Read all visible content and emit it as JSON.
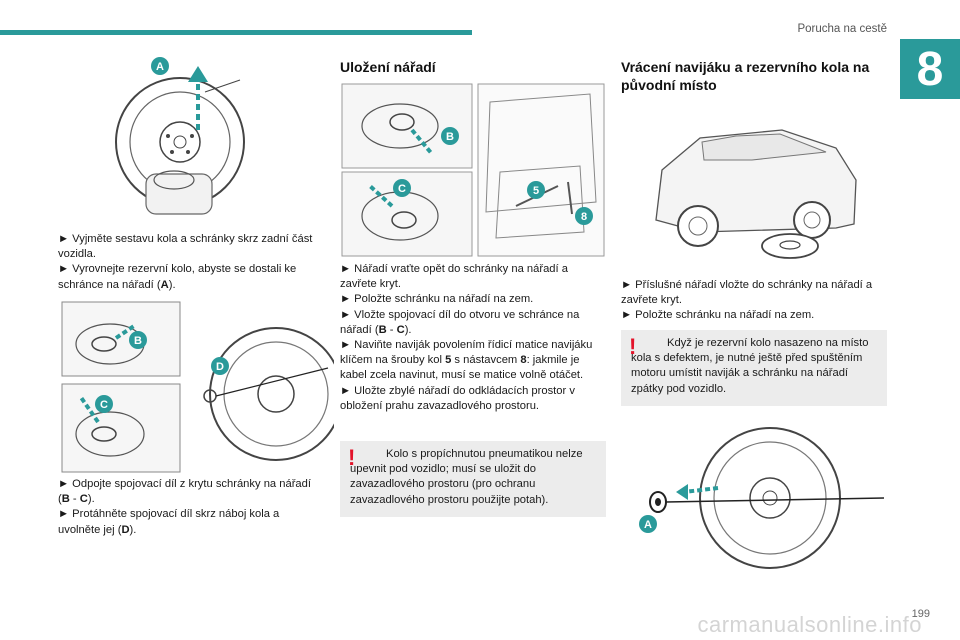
{
  "header": {
    "title": "Porucha na cestě",
    "chapter": "8"
  },
  "badges": {
    "A": "A",
    "B": "B",
    "C": "C",
    "D": "D",
    "five": "5",
    "eight": "8"
  },
  "col1": {
    "p1": "► Vyjměte sestavu kola a schránky skrz zadní část vozidla.",
    "p2a": "► Vyrovnejte rezervní kolo, abyste se dostali ke schránce na nářadí (",
    "p2b": "A",
    "p2c": ").",
    "p3a": "► Odpojte spojovací díl z krytu schránky na nářadí (",
    "p3b": "B",
    "p3c": " - ",
    "p3d": "C",
    "p3e": ").",
    "p4a": "► Protáhněte spojovací díl skrz náboj kola a uvolněte jej (",
    "p4b": "D",
    "p4c": ")."
  },
  "col2": {
    "heading": "Uložení nářadí",
    "p1": "► Nářadí vraťte opět do schránky na nářadí a zavřete kryt.",
    "p2": "► Položte schránku na nářadí na zem.",
    "p3a": "► Vložte spojovací díl do otvoru ve schránce na nářadí (",
    "p3b": "B",
    "p3c": " - ",
    "p3d": "C",
    "p3e": ").",
    "p4a": "► Naviňte naviják povolením řídicí matice navijáku klíčem na šrouby kol ",
    "p4b": "5",
    "p4c": " s nástavcem ",
    "p4d": "8",
    "p4e": ": jakmile je kabel zcela navinut, musí se matice volně otáčet.",
    "p5": "► Uložte zbylé nářadí do odkládacích prostor v obložení prahu zavazadlového prostoru.",
    "warning": "Kolo s propíchnutou pneumatikou nelze upevnit pod vozidlo; musí se uložit do zavazadlového prostoru (pro ochranu zavazadlového prostoru použijte potah)."
  },
  "col3": {
    "heading": "Vrácení navijáku a rezervního kola na původní místo",
    "p1": "► Příslušné nářadí vložte do schránky na nářadí a zavřete kryt.",
    "p2": "► Položte schránku na nářadí na zem.",
    "warning": "Když je rezervní kolo nasazeno na místo kola s defektem, je nutné ještě před spuštěním motoru umístit naviják a schránku na nářadí zpátky pod vozidlo."
  },
  "footer": {
    "page": "199",
    "watermark": "carmanualsonline.info"
  },
  "colors": {
    "accent": "#2a9a9a",
    "warning_mark": "#e3132a",
    "warning_bg": "#ececec"
  }
}
